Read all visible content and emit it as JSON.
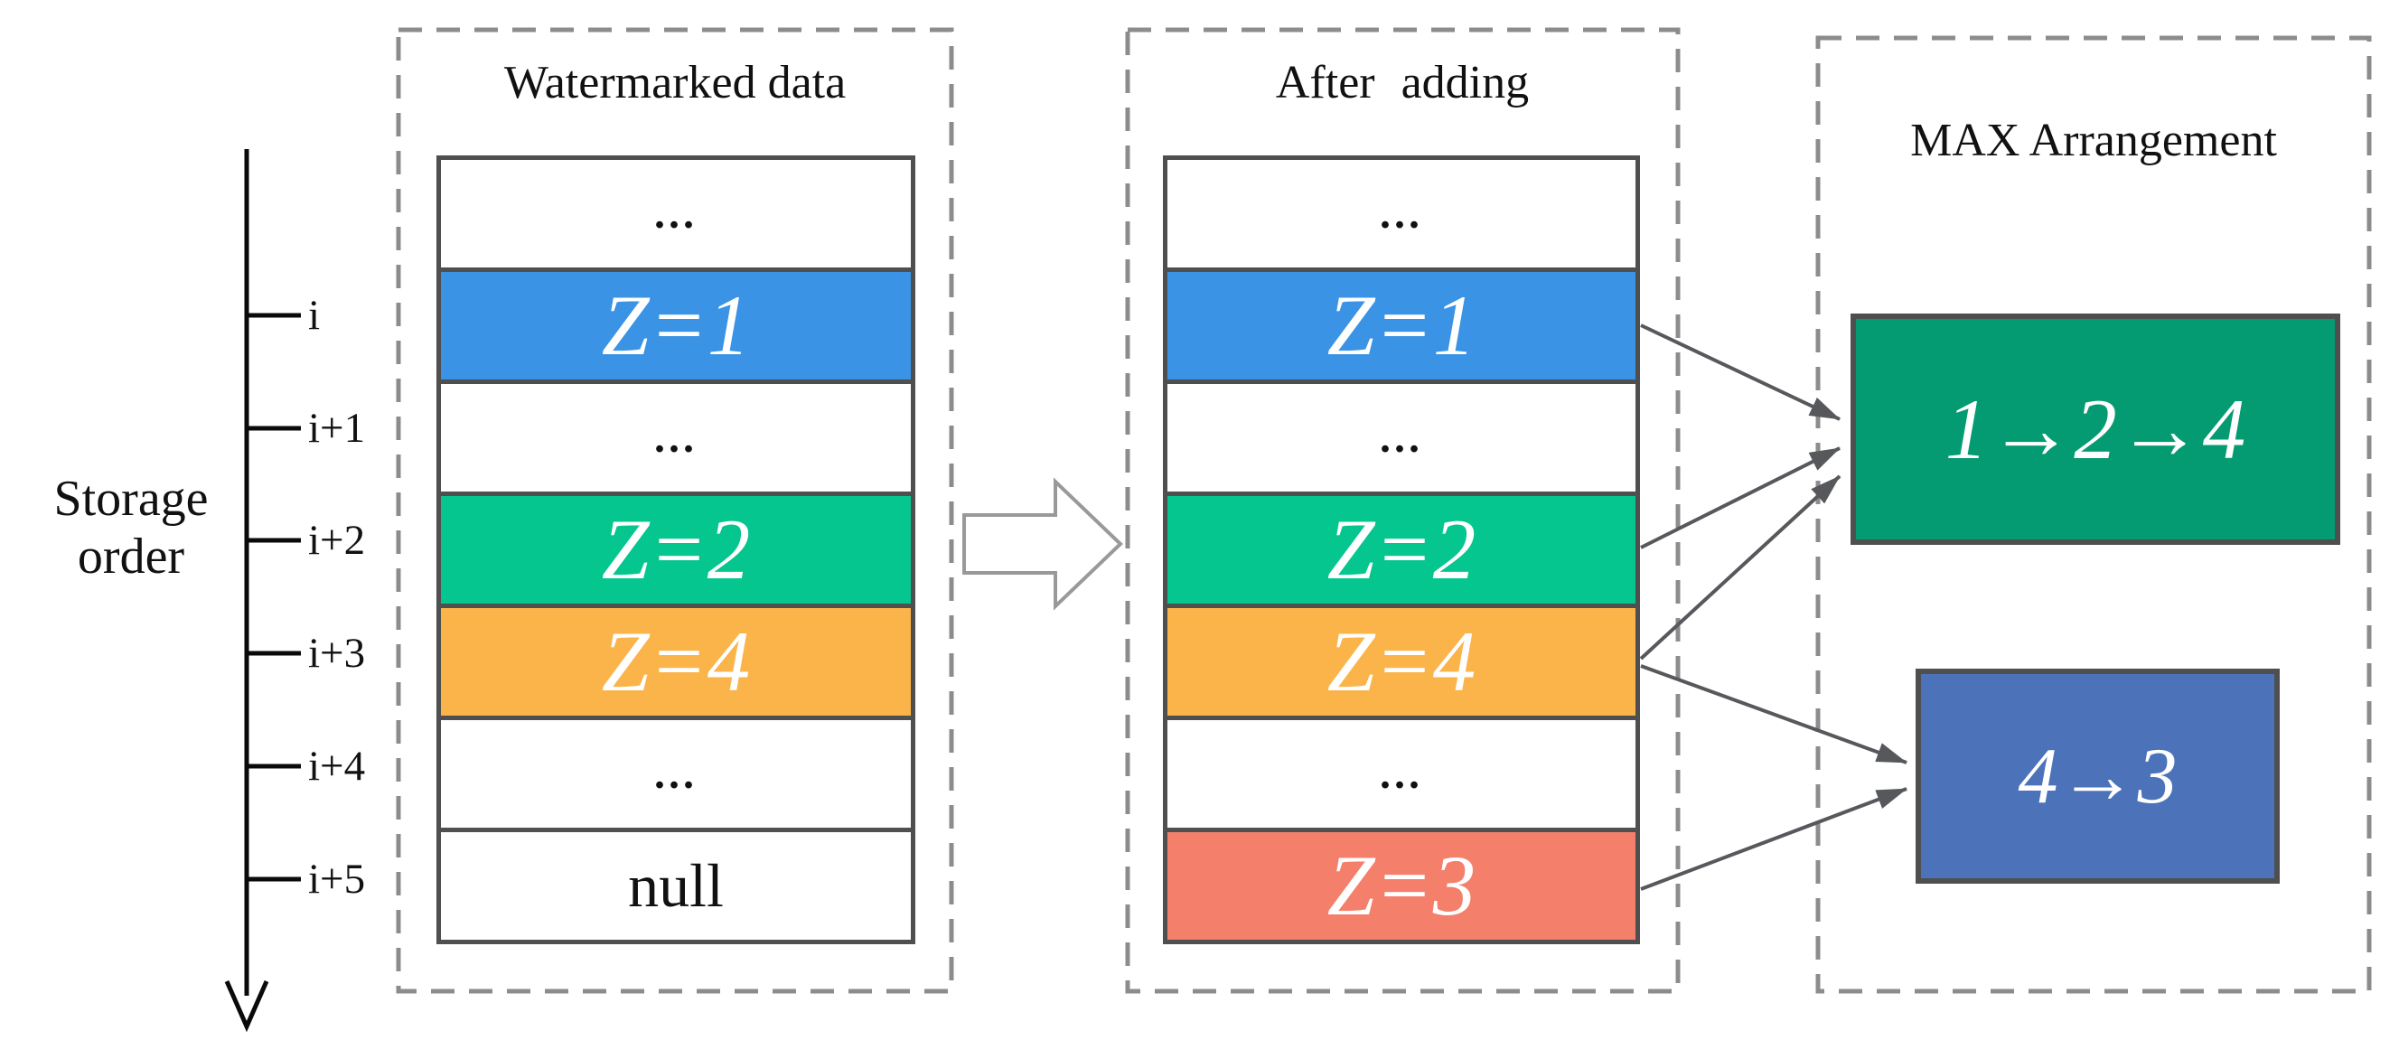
{
  "figure": {
    "storage_axis": {
      "label": "Storage order",
      "label_line1": "Storage",
      "label_line2": "order",
      "ticks": [
        "i",
        "i+1",
        "i+2",
        "i+3",
        "i+4",
        "i+5"
      ]
    },
    "panel_watermarked": {
      "title": "Watermarked data",
      "rows": [
        {
          "text": "...",
          "bg": "#FFFFFF",
          "fg": "#111111"
        },
        {
          "text": "Z=1",
          "bg": "#3A93E4",
          "fg": "#FFFFFF"
        },
        {
          "text": "...",
          "bg": "#FFFFFF",
          "fg": "#111111"
        },
        {
          "text": "Z=2",
          "bg": "#05C68F",
          "fg": "#FFFFFF"
        },
        {
          "text": "Z=4",
          "bg": "#FBB44A",
          "fg": "#FFFFFF"
        },
        {
          "text": "...",
          "bg": "#FFFFFF",
          "fg": "#111111"
        },
        {
          "text": "null",
          "bg": "#FFFFFF",
          "fg": "#111111"
        }
      ]
    },
    "panel_after": {
      "title": "After adding",
      "rows": [
        {
          "text": "...",
          "bg": "#FFFFFF",
          "fg": "#111111"
        },
        {
          "text": "Z=1",
          "bg": "#3A93E4",
          "fg": "#FFFFFF"
        },
        {
          "text": "...",
          "bg": "#FFFFFF",
          "fg": "#111111"
        },
        {
          "text": "Z=2",
          "bg": "#05C68F",
          "fg": "#FFFFFF"
        },
        {
          "text": "Z=4",
          "bg": "#FBB44A",
          "fg": "#FFFFFF"
        },
        {
          "text": "...",
          "bg": "#FFFFFF",
          "fg": "#111111"
        },
        {
          "text": "Z=3",
          "bg": "#F4806B",
          "fg": "#FFFFFF"
        }
      ]
    },
    "panel_max": {
      "title": "MAX Arrangement",
      "group_a": {
        "text": "1→2→4",
        "bg": "#059B72"
      },
      "group_b": {
        "text": "4→3",
        "bg": "#4C73B9"
      }
    },
    "colors": {
      "table_border": "#4F4F4F",
      "dashed_border": "#8C8C8C",
      "connector_arrow": "#56585C",
      "axis": "#0A0A0A",
      "hollow_arrow_outline": "#999999"
    }
  }
}
